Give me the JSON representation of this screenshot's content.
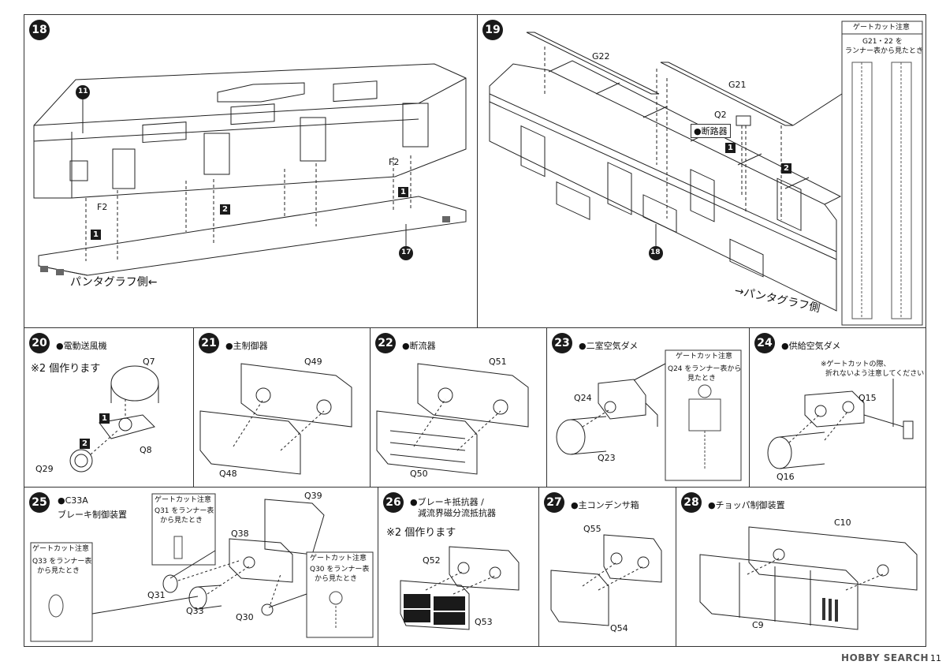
{
  "step18": {
    "num": "18",
    "ref_top": "11",
    "ref_bottom": "17",
    "parts": {
      "f2_left": "F2",
      "f2_right": "F2"
    },
    "seq": {
      "s1a": "1",
      "s1b": "1",
      "s2": "2"
    },
    "side_label": "パンタグラフ側←"
  },
  "step19": {
    "num": "19",
    "parts": {
      "g22": "G22",
      "g21": "G21",
      "q2": "Q2"
    },
    "breaker_label": "●断路器",
    "seq": {
      "s1": "1",
      "s2": "2"
    },
    "ref": "18",
    "side_label": "→パンタグラフ側",
    "gate": {
      "head": "ゲートカット注意",
      "line1": "G21・22 を",
      "line2": "ランナー表から見たとき"
    }
  },
  "step20": {
    "num": "20",
    "title": "●電動送風機",
    "note": "※2 個作ります",
    "parts": {
      "q7": "Q7",
      "q8": "Q8",
      "q29": "Q29"
    },
    "seq": {
      "s1": "1",
      "s2": "2"
    }
  },
  "step21": {
    "num": "21",
    "title": "●主制御器",
    "parts": {
      "q49": "Q49",
      "q48": "Q48"
    }
  },
  "step22": {
    "num": "22",
    "title": "●断流器",
    "parts": {
      "q51": "Q51",
      "q50": "Q50"
    }
  },
  "step23": {
    "num": "23",
    "title": "●二室空気ダメ",
    "parts": {
      "q24": "Q24",
      "q23": "Q23"
    },
    "gate": {
      "head": "ゲートカット注意",
      "line1": "Q24 をランナー表から",
      "line2": "見たとき"
    }
  },
  "step24": {
    "num": "24",
    "title": "●供給空気ダメ",
    "parts": {
      "q15": "Q15",
      "q16": "Q16"
    },
    "note1": "※ゲートカットの際、",
    "note2": "折れないよう注意してください"
  },
  "step25": {
    "num": "25",
    "title1": "●C33A",
    "title2": "ブレーキ制御装置",
    "parts": {
      "q39": "Q39",
      "q38": "Q38",
      "q31": "Q31",
      "q33": "Q33",
      "q30": "Q30"
    },
    "gate_a": {
      "head": "ゲートカット注意",
      "line1": "Q31 をランナー表",
      "line2": "から見たとき"
    },
    "gate_b": {
      "head": "ゲートカット注意",
      "line1": "Q33 をランナー表",
      "line2": "から見たとき"
    },
    "gate_c": {
      "head": "ゲートカット注意",
      "line1": "Q30 をランナー表",
      "line2": "から見たとき"
    }
  },
  "step26": {
    "num": "26",
    "title1": "●ブレーキ抵抗器 /",
    "title2": "減流界磁分流抵抗器",
    "note": "※2 個作ります",
    "parts": {
      "q52": "Q52",
      "q53": "Q53"
    }
  },
  "step27": {
    "num": "27",
    "title": "●主コンデンサ箱",
    "parts": {
      "q55": "Q55",
      "q54": "Q54"
    }
  },
  "step28": {
    "num": "28",
    "title": "●チョッパ制御装置",
    "parts": {
      "c10": "C10",
      "c9": "C9"
    }
  },
  "footer": {
    "page": "11",
    "watermark": "HOBBY SEARCH"
  }
}
